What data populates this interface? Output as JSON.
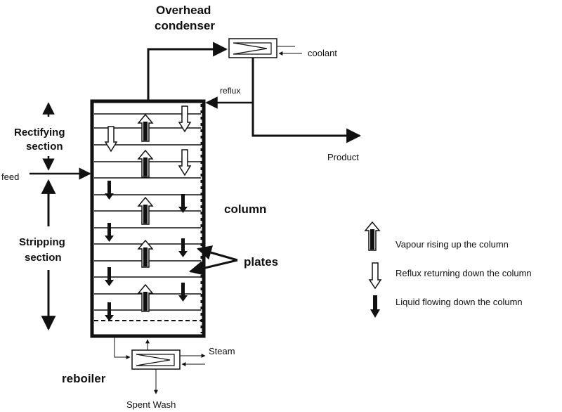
{
  "labels": {
    "overhead_line1": "Overhead",
    "overhead_line2": "condenser",
    "coolant": "coolant",
    "reflux": "reflux",
    "product": "Product",
    "rectifying_line1": "Rectifying",
    "rectifying_line2": "section",
    "feed": "feed",
    "stripping_line1": "Stripping",
    "stripping_line2": "section",
    "column": "column",
    "plates": "plates",
    "steam": "Steam",
    "reboiler": "reboiler",
    "spent_wash": "Spent Wash"
  },
  "legend": [
    {
      "icon": "vapour-arrow-icon",
      "text": "Vapour rising up the column"
    },
    {
      "icon": "reflux-arrow-icon",
      "text": "Reflux returning down the column"
    },
    {
      "icon": "liquid-arrow-icon",
      "text": "Liquid flowing down the column"
    }
  ],
  "colors": {
    "stroke": "#111111",
    "background": "#ffffff"
  }
}
